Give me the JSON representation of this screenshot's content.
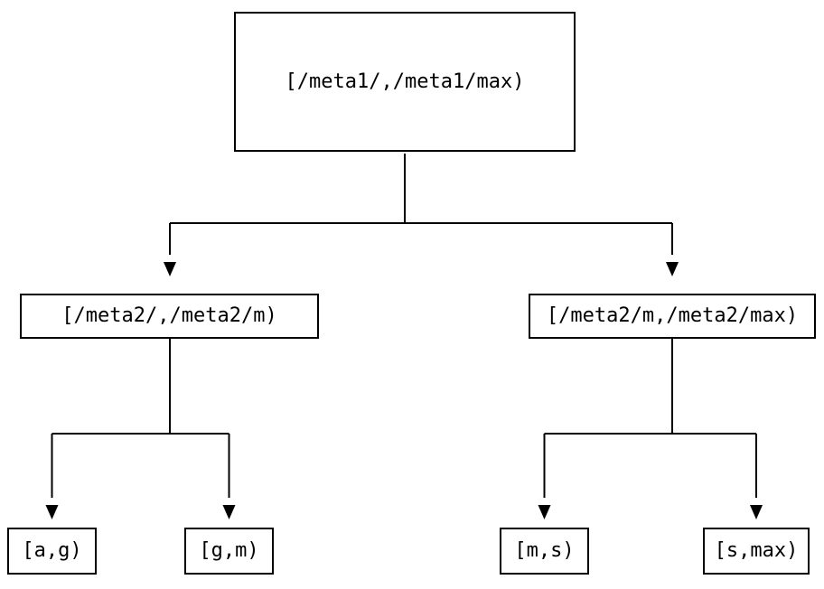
{
  "diagram": {
    "type": "tree",
    "colors": {
      "background": "#ffffff",
      "box_fill": "#ffffff",
      "box_border": "#000000",
      "text": "#000000",
      "connector": "#000000"
    },
    "nodes": {
      "root": {
        "label": "[/meta1/,/meta1/max)"
      },
      "level2_left": {
        "label": "[/meta2/,/meta2/m)"
      },
      "level2_right": {
        "label": "[/meta2/m,/meta2/max)"
      },
      "leaf_ag": {
        "label": "[a,g)"
      },
      "leaf_gm": {
        "label": "[g,m)"
      },
      "leaf_ms": {
        "label": "[m,s)"
      },
      "leaf_smax": {
        "label": "[s,max)"
      }
    },
    "edges": [
      {
        "from": "root",
        "to": "level2_left"
      },
      {
        "from": "root",
        "to": "level2_right"
      },
      {
        "from": "level2_left",
        "to": "leaf_ag"
      },
      {
        "from": "level2_left",
        "to": "leaf_gm"
      },
      {
        "from": "level2_right",
        "to": "leaf_ms"
      },
      {
        "from": "level2_right",
        "to": "leaf_smax"
      }
    ]
  }
}
